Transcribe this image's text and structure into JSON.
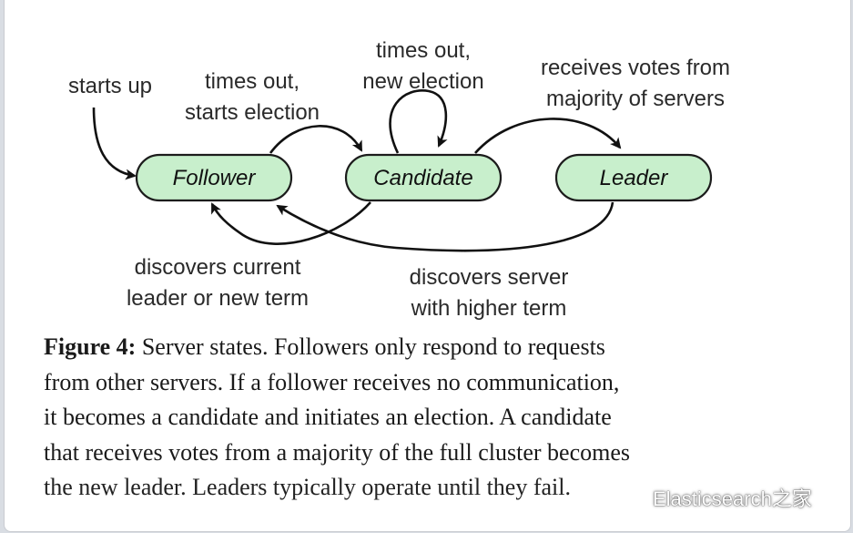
{
  "diagram": {
    "nodes": {
      "follower": "Follower",
      "candidate": "Candidate",
      "leader": "Leader"
    },
    "labels": {
      "starts_up": "starts up",
      "timeout_start_1": "times out,",
      "timeout_start_2": "starts election",
      "timeout_new_1": "times out,",
      "timeout_new_2": "new election",
      "votes_1": "receives votes from",
      "votes_2": "majority of servers",
      "discover_leader_1": "discovers current",
      "discover_leader_2": "leader or new term",
      "discover_server_1": "discovers server",
      "discover_server_2": "with higher term"
    },
    "colors": {
      "node_fill": "#c8efcc",
      "node_stroke": "#1c1c1c",
      "arrow": "#111111"
    }
  },
  "caption": {
    "label": "Figure 4:",
    "lines": [
      " Server states. Followers only respond to requests",
      "from other servers. If a follower receives no communication,",
      "it becomes a candidate and initiates an election. A candidate",
      "that receives votes from a majority of the full cluster becomes",
      "the new leader. Leaders typically operate until they fail."
    ]
  },
  "watermark": {
    "icon": "wechat-icon",
    "text": "Elasticsearch之家"
  }
}
